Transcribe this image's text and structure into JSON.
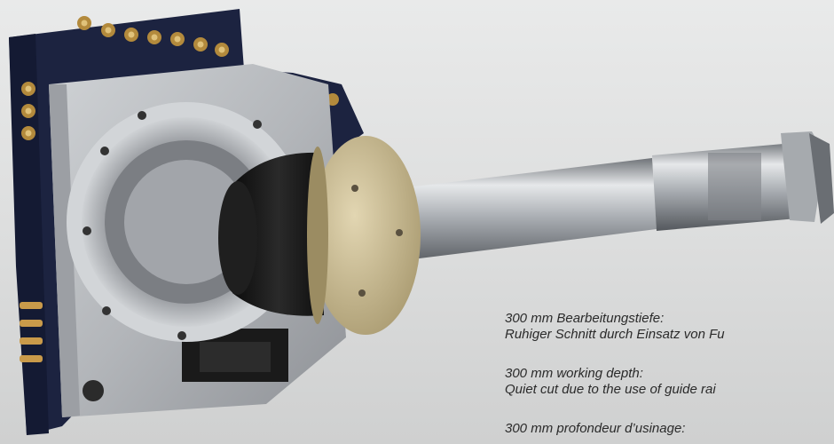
{
  "captions": [
    {
      "line1": "300 mm Bearbeitungstiefe:",
      "line2": "Ruhiger Schnitt durch Einsatz von Fu"
    },
    {
      "line1": "300 mm working depth:",
      "line2": "Quiet cut due to the use of guide rai"
    },
    {
      "line1": "300 mm profondeur d’usinage:",
      "line2": ""
    }
  ],
  "colors": {
    "frame": "#1c2340",
    "plate": "#b9bcc0",
    "motor": "#141414",
    "flange": "#c9b98f",
    "spindle": "#b8bcc0"
  }
}
